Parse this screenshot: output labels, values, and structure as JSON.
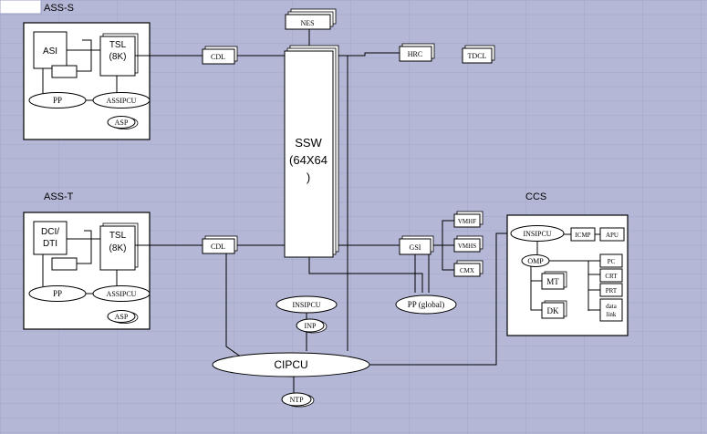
{
  "colors": {
    "background": "#b4b8d6",
    "grid_line": "#9da2c8",
    "box_fill": "#ffffff",
    "stroke": "#000000"
  },
  "groups": {
    "ass_s": "ASS-S",
    "ass_t": "ASS-T",
    "ccs": "CCS"
  },
  "ass_s": {
    "asi": "ASI",
    "tsl_line1": "TSL",
    "tsl_line2": "(8K)",
    "pp": "PP",
    "assipcu": "ASSIPCU",
    "asp": "ASP"
  },
  "ass_t": {
    "dci_line1": "DCI/",
    "dci_line2": "DTI",
    "tsl_line1": "TSL",
    "tsl_line2": "(8K)",
    "pp": "PP",
    "assipcu": "ASSIPCU",
    "asp": "ASP"
  },
  "center": {
    "nes": "NES",
    "cdl_top": "CDL",
    "cdl_bottom": "CDL",
    "ssw_line1": "SSW",
    "ssw_line2": "(64X64",
    "ssw_line3": ")",
    "hrc": "HRC",
    "tdcl": "TDCL",
    "gsi": "GSI",
    "vmhf": "VMHF",
    "vmhs": "VMHS",
    "cmx": "CMX",
    "pp_global": "PP (global)",
    "insipcu": "INSIPCU",
    "inp": "INP",
    "cipcu": "CIPCU",
    "ntp": "NTP"
  },
  "ccs": {
    "insipcu": "INSIPCU",
    "icmp": "ICMP",
    "apu": "APU",
    "omp": "OMP",
    "mt": "MT",
    "dk": "DK",
    "pc": "PC",
    "crt": "CRT",
    "prt": "PRT",
    "data_line1": "data",
    "data_line2": "link"
  }
}
